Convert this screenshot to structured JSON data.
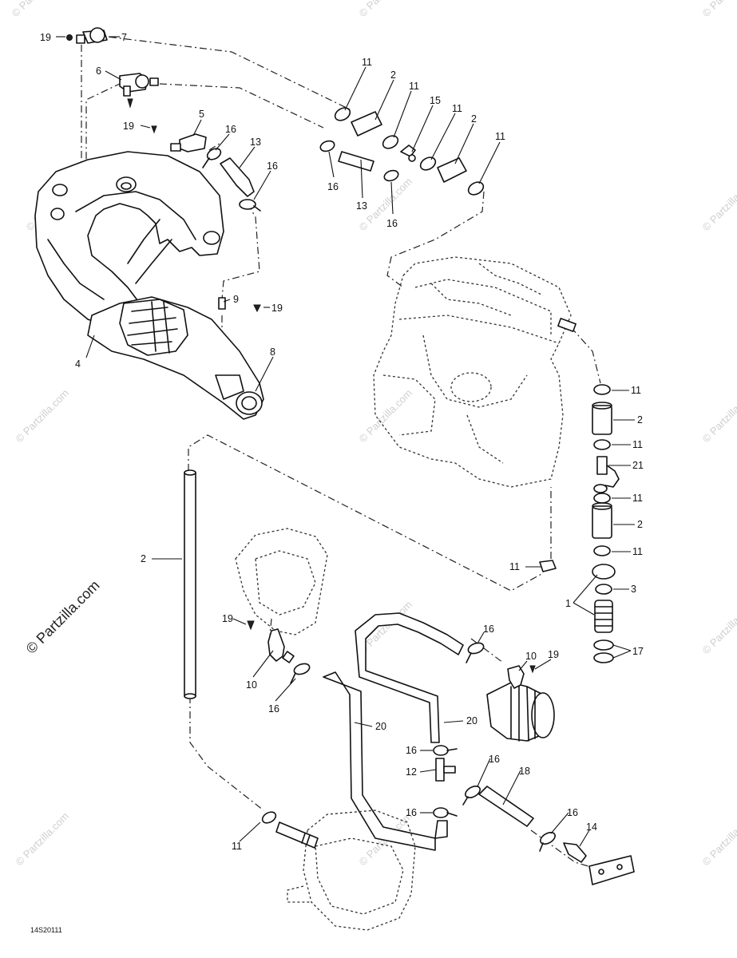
{
  "diagram": {
    "drawing_code": "14S20111",
    "watermark_main": "© Partzilla.com",
    "watermark_small": "© Partzilla.com"
  },
  "callouts": {
    "c19a": "19",
    "c7": "7",
    "c6": "6",
    "c19b": "19",
    "c5": "5",
    "c16a": "16",
    "c13a": "13",
    "c16b": "16",
    "c9": "9",
    "c19c": "19",
    "c4": "4",
    "c8": "8",
    "c11a": "11",
    "c2a": "2",
    "c11b": "11",
    "c15": "15",
    "c11c": "11",
    "c2b": "2",
    "c11d": "11",
    "c16c": "16",
    "c13b": "13",
    "c16d": "16",
    "c11e": "11",
    "c2c": "2",
    "c11f": "11",
    "c21": "21",
    "c11g": "11",
    "c2d": "2",
    "c11h": "11",
    "c3": "3",
    "c1": "1",
    "c17": "17",
    "c11i": "11",
    "c2e": "2",
    "c19d": "19",
    "c10a": "10",
    "c16e": "16",
    "c16f": "16",
    "c10b": "10",
    "c19e": "19",
    "c20a": "20",
    "c20b": "20",
    "c16g": "16",
    "c12": "12",
    "c16h": "16",
    "c16i": "16",
    "c18": "18",
    "c16j": "16",
    "c14": "14",
    "c11j": "11"
  }
}
